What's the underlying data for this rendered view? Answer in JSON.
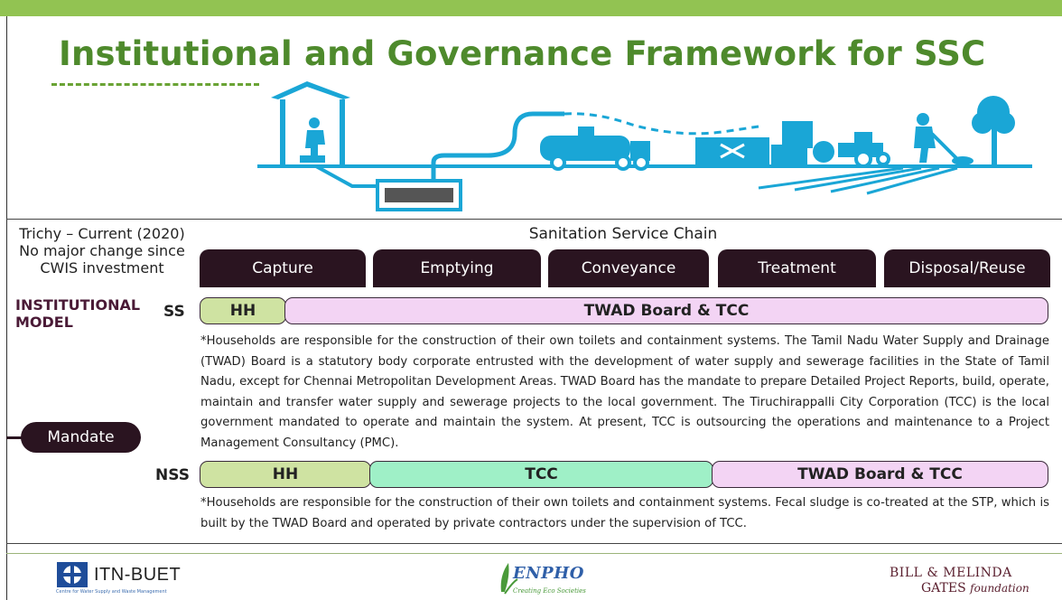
{
  "slide": {
    "title": "Institutional and Governance Framework for SSC",
    "colors": {
      "top_bar": "#92c352",
      "title": "#4e8a2c",
      "stage_bg": "#2a1420",
      "bar_green": "#cfe3a2",
      "bar_pink": "#f3d4f4",
      "bar_mint": "#9ff0c7",
      "illustration": "#1aa6d6"
    }
  },
  "illustration": {
    "icons": [
      "toilet-icon",
      "pit-icon",
      "vacuum-truck-icon",
      "treatment-plant-icon",
      "tractor-icon",
      "farmer-icon",
      "tree-icon"
    ]
  },
  "context": {
    "line1": "Trichy – Current (2020)",
    "line2": "No major change since",
    "line3": "CWIS investment"
  },
  "chain": {
    "heading": "Sanitation Service Chain",
    "stages": [
      "Capture",
      "Emptying",
      "Conveyance",
      "Treatment",
      "Disposal/Reuse"
    ]
  },
  "model": {
    "label_line1": "INSTITUTIONAL",
    "label_line2": "MODEL",
    "ss": {
      "label": "SS",
      "bars": [
        "HH",
        "TWAD Board & TCC"
      ],
      "note": "*Households are responsible for the construction of their own toilets and containment systems. The Tamil Nadu Water Supply and Drainage (TWAD) Board is a statutory body corporate entrusted with the development of water supply and sewerage facilities in the State of Tamil Nadu, except for Chennai Metropolitan Development Areas. TWAD Board has the mandate to prepare Detailed Project Reports, build, operate, maintain and transfer water supply and sewerage projects to the local government. The Tiruchirappalli City Corporation (TCC) is the local government mandated to operate and maintain the system. At present, TCC is outsourcing the operations and maintenance to a Project Management Consultancy (PMC)."
    },
    "nss": {
      "label": "NSS",
      "bars": [
        "HH",
        "TCC",
        "TWAD Board & TCC"
      ],
      "note": "*Households are responsible for the construction of their own toilets and containment systems. Fecal sludge is co-treated at the STP, which is built by the TWAD Board and operated by private contractors under the supervision of TCC."
    },
    "mandate_label": "Mandate"
  },
  "footer": {
    "itn_name": "ITN-BUET",
    "itn_sub": "Centre for Water Supply and Waste Management",
    "enpho_name": "ENPHO",
    "enpho_sub": "Creating Eco Societies",
    "gates_line1": "BILL & MELINDA",
    "gates_line2": "GATES",
    "gates_line3": "foundation"
  }
}
